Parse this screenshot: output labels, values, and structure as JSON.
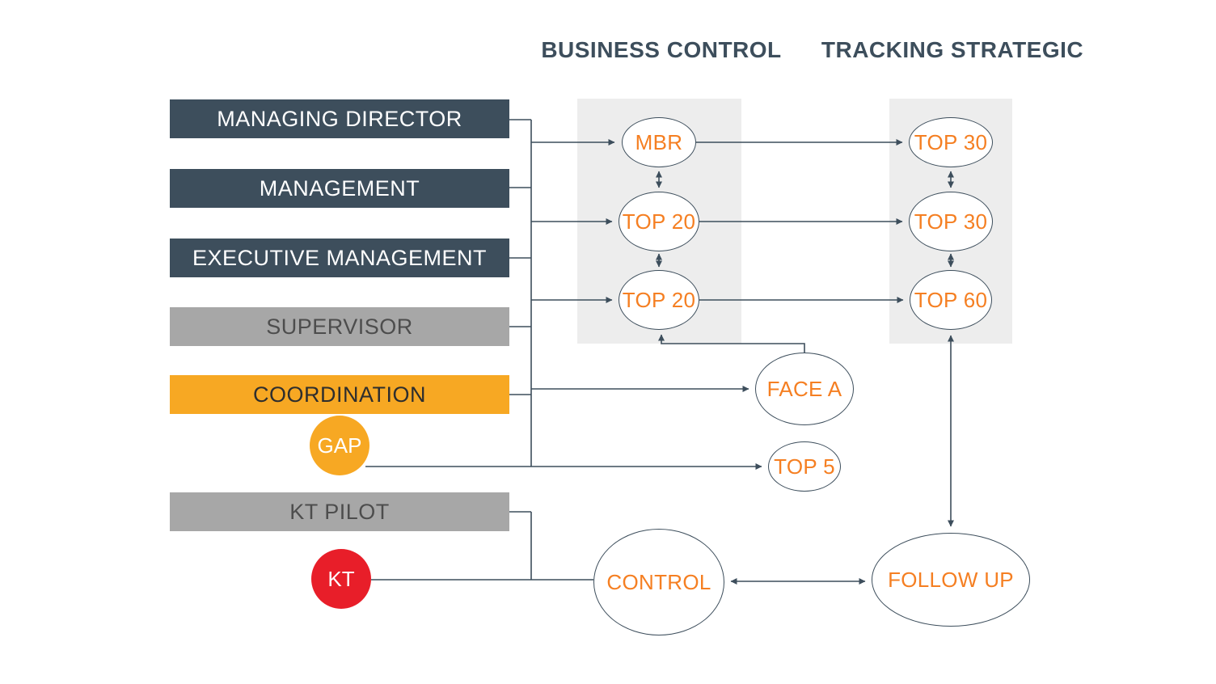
{
  "columns": {
    "business_control": "BUSINESS CONTROL",
    "tracking_strategic": "TRACKING STRATEGIC"
  },
  "bars": [
    {
      "id": "managing-director",
      "label": "MANAGING DIRECTOR",
      "color": "#3d4e5c"
    },
    {
      "id": "management",
      "label": "MANAGEMENT",
      "color": "#3d4e5c"
    },
    {
      "id": "executive-management",
      "label": "EXECUTIVE MANAGEMENT",
      "color": "#3d4e5c"
    },
    {
      "id": "supervisor",
      "label": "SUPERVISOR",
      "color": "#a7a7a7"
    },
    {
      "id": "coordination",
      "label": "COORDINATION",
      "color": "#f7a823"
    },
    {
      "id": "kt-pilot",
      "label": "KT PILOT",
      "color": "#a7a7a7"
    }
  ],
  "badges": [
    {
      "id": "gap",
      "label": "GAP",
      "color": "#f7a823"
    },
    {
      "id": "kt",
      "label": "KT",
      "color": "#e81e29"
    }
  ],
  "nodes": [
    {
      "id": "mbr",
      "label": "MBR",
      "column": "business-control"
    },
    {
      "id": "top20-a",
      "label": "TOP 20",
      "column": "business-control"
    },
    {
      "id": "top20-b",
      "label": "TOP 20",
      "column": "business-control"
    },
    {
      "id": "top30-a",
      "label": "TOP 30",
      "column": "tracking-strategic"
    },
    {
      "id": "top30-b",
      "label": "TOP 30",
      "column": "tracking-strategic"
    },
    {
      "id": "top60",
      "label": "TOP 60",
      "column": "tracking-strategic"
    },
    {
      "id": "face-a",
      "label": "FACE A",
      "column": "middle"
    },
    {
      "id": "top5",
      "label": "TOP 5",
      "column": "middle"
    },
    {
      "id": "control",
      "label": "CONTROL",
      "column": "bottom"
    },
    {
      "id": "follow-up",
      "label": "FOLLOW UP",
      "column": "bottom"
    }
  ],
  "colors": {
    "slate": "#3d4e5c",
    "gray_bar": "#a7a7a7",
    "orange": "#f7a823",
    "red": "#e81e29",
    "node_text_orange": "#f57f22",
    "panel_gray": "#ededed",
    "line": "#3d4e5c"
  }
}
